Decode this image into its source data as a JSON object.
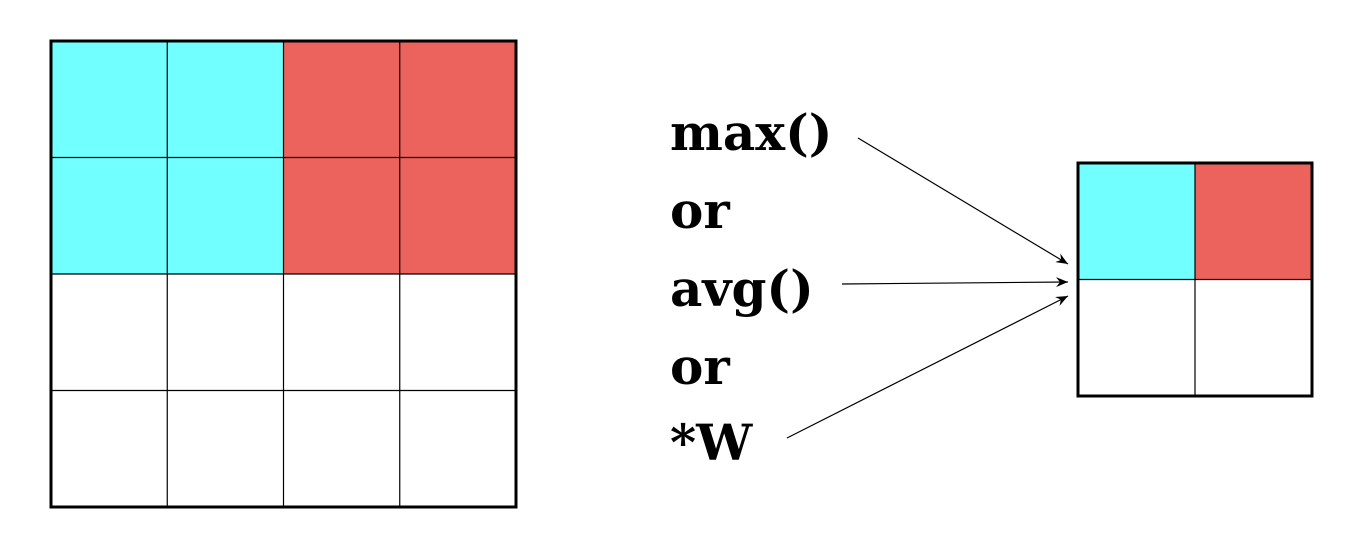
{
  "input_grid": {
    "rows": 4,
    "cols": 4,
    "cells": [
      [
        "cyan",
        "cyan",
        "red",
        "red"
      ],
      [
        "cyan",
        "cyan",
        "red",
        "red"
      ],
      [
        "white",
        "white",
        "white",
        "white"
      ],
      [
        "white",
        "white",
        "white",
        "white"
      ]
    ]
  },
  "output_grid": {
    "rows": 2,
    "cols": 2,
    "cells": [
      [
        "cyan",
        "red"
      ],
      [
        "white",
        "white"
      ]
    ]
  },
  "colors": {
    "cyan": "#72ffff",
    "red": "#ec635d",
    "white": "#ffffff"
  },
  "operations": [
    {
      "id": "max",
      "text": "max()"
    },
    {
      "id": "or-1",
      "text": "or"
    },
    {
      "id": "avg",
      "text": "avg()"
    },
    {
      "id": "or-2",
      "text": "or"
    },
    {
      "id": "weight",
      "text": "*W"
    }
  ]
}
